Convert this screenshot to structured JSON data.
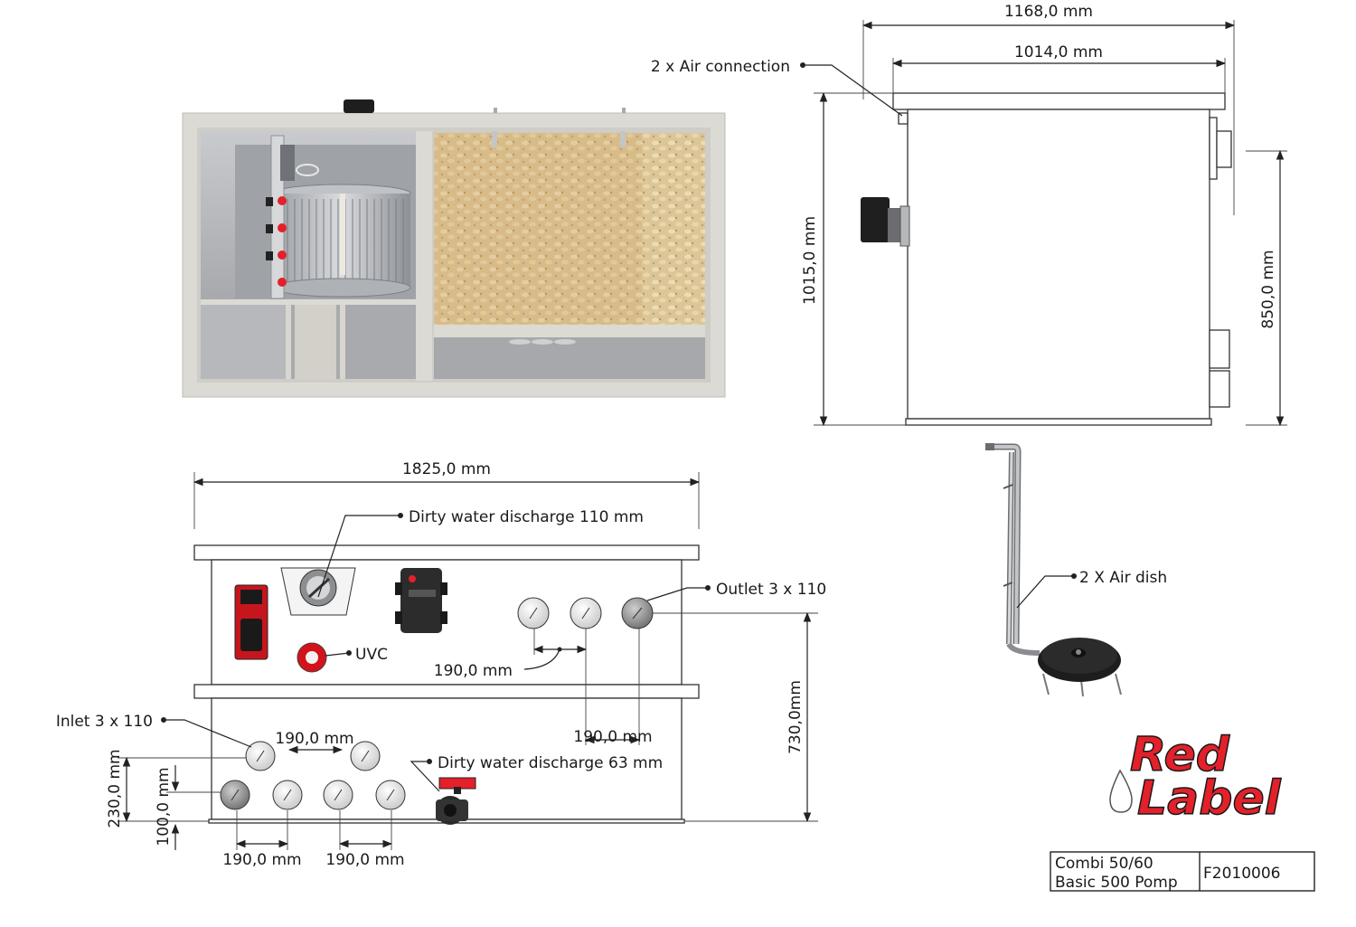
{
  "side_view": {
    "width_total": "1168,0 mm",
    "width_inner": "1014,0 mm",
    "height_total": "1015,0 mm",
    "height_body": "850,0 mm",
    "air_connection": "2 x Air connection"
  },
  "front_view": {
    "width": "1825,0 mm",
    "height": "730,0mm",
    "dirty_discharge_110": "Dirty water discharge 110 mm",
    "dirty_discharge_63": "Dirty water discharge 63 mm",
    "outlet": "Outlet 3 x 110",
    "inlet": "Inlet 3 x 110",
    "uvc": "UVC",
    "outlet_spacing": "190,0 mm",
    "outlet_spacing_low": "190,0 mm",
    "inlet_spacing_top": "190,0 mm",
    "inlet_spacing_left": "190,0 mm",
    "inlet_spacing_right": "190,0 mm",
    "inlet_height_upper": "230,0 mm",
    "inlet_height_lower": "100,0 mm"
  },
  "air_dish": {
    "label": "2 X Air dish"
  },
  "brand": {
    "line1": "Red",
    "line2": "Label",
    "color": "#e4202a"
  },
  "title_block": {
    "line1": "Combi 50/60",
    "line2": "Basic 500 Pomp",
    "code": "F2010006"
  }
}
